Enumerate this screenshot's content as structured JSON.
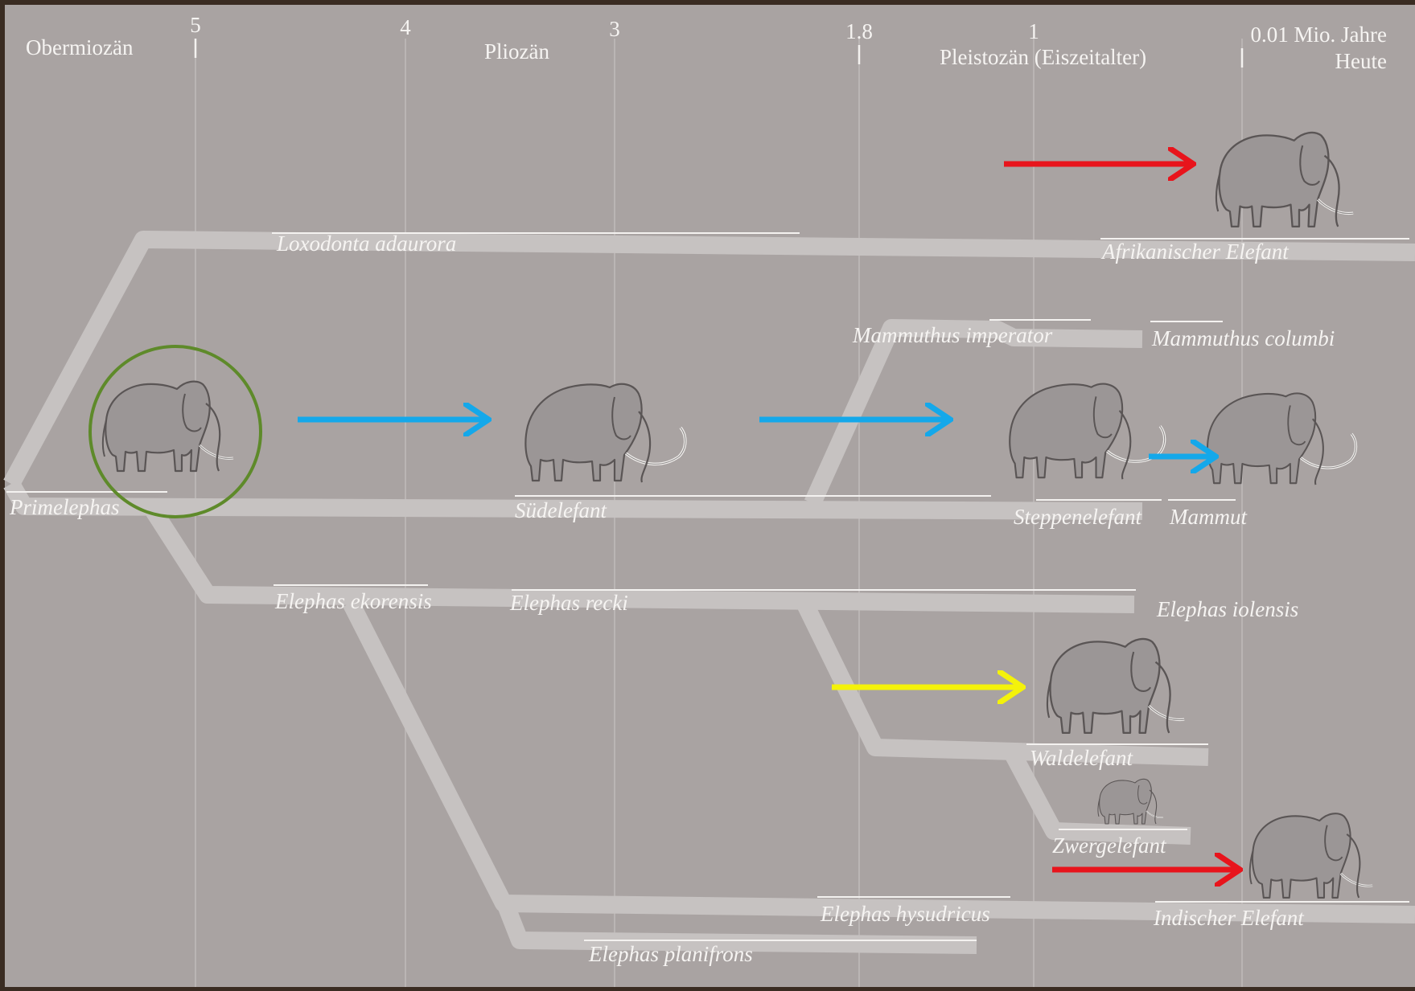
{
  "diagram": {
    "time_axis": {
      "ticks": [
        "5",
        "4",
        "3",
        "1.8",
        "1",
        "0.01 Mio. Jahre"
      ],
      "present_label": "Heute"
    },
    "eras": [
      "Obermiozän",
      "Pliozän",
      "Pleistozän (Eiszeitalter)"
    ],
    "species": {
      "loxodonta_adaurora": "Loxodonta adaurora",
      "afrikanischer_elefant": "Afrikanischer Elefant",
      "mammuthus_imperator": "Mammuthus imperator",
      "mammuthus_columbi": "Mammuthus columbi",
      "primelephas": "Primelephas",
      "suedelefant": "Südelefant",
      "steppenelefant": "Steppenelefant",
      "mammut": "Mammut",
      "elephas_ekorensis": "Elephas ekorensis",
      "elephas_recki": "Elephas recki",
      "elephas_iolensis": "Elephas iolensis",
      "waldelefant": "Waldelefant",
      "zwergelefant": "Zwergelefant",
      "indischer_elefant": "Indischer Elefant",
      "elephas_hysudricus": "Elephas hysudricus",
      "elephas_planifrons": "Elephas planifrons"
    },
    "colors": {
      "background": "#a9a3a2",
      "frame": "#3a2c22",
      "branch": "#c6c2c1",
      "text": "#f6f4f2",
      "arrow_red": "#e8141c",
      "arrow_blue": "#14a8ea",
      "arrow_yellow": "#f4f20a",
      "highlight_circle": "#5e8a2a",
      "animal_fill": "#9b9696",
      "animal_line": "#5a5555"
    },
    "icons": [
      "elephant-icon",
      "mammoth-icon",
      "arrow-icon",
      "highlight-circle-icon"
    ]
  }
}
